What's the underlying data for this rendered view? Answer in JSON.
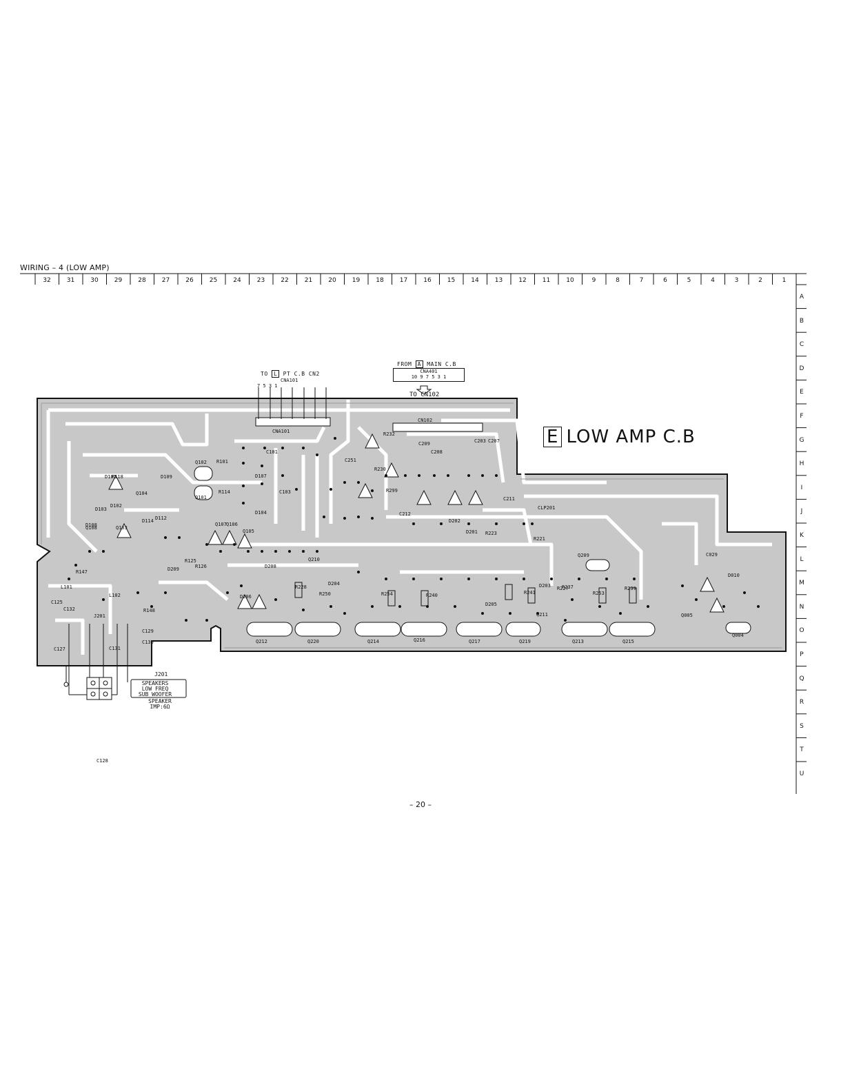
{
  "page": {
    "title": "WIRING – 4 (LOW AMP)",
    "page_number": "– 20 –"
  },
  "grid": {
    "columns": [
      "32",
      "31",
      "30",
      "29",
      "28",
      "27",
      "26",
      "25",
      "24",
      "23",
      "22",
      "21",
      "20",
      "19",
      "18",
      "17",
      "16",
      "15",
      "14",
      "13",
      "12",
      "11",
      "10",
      "9",
      "8",
      "7",
      "6",
      "5",
      "4",
      "3",
      "2",
      "1"
    ],
    "rows": [
      "A",
      "B",
      "C",
      "D",
      "E",
      "F",
      "G",
      "H",
      "I",
      "J",
      "K",
      "L",
      "M",
      "N",
      "O",
      "P",
      "Q",
      "R",
      "S",
      "T",
      "U"
    ]
  },
  "board": {
    "letter": "E",
    "name": "LOW AMP C.B",
    "connector_to": {
      "prefix": "TO",
      "letter": "L",
      "suffix": "PT C.B CN2",
      "name": "CNA101",
      "pins": "7   5   3   1"
    },
    "connector_from": {
      "prefix": "FROM",
      "letter": "A",
      "suffix": "MAIN C.B",
      "name": "CNA401",
      "pins": "10 9  7  5  3  1",
      "dest": "TO CN102"
    },
    "jack": {
      "name": "J201",
      "text": [
        "SPEAKERS",
        "LOW FREQ",
        "SUB WOOFER"
      ],
      "impedance": [
        "SPEAKER",
        "IMP:6Ω"
      ]
    },
    "labels": [
      "CNA101",
      "CN102",
      "C101",
      "C103",
      "C251",
      "C212",
      "C211",
      "C207",
      "C203",
      "C208",
      "C209",
      "C029",
      "CLP201",
      "Q102",
      "Q101",
      "Q107",
      "Q106",
      "Q105",
      "Q104",
      "Q103",
      "Q108",
      "Q209",
      "Q210",
      "Q211",
      "Q212",
      "Q220",
      "Q214",
      "Q216",
      "Q217",
      "Q219",
      "Q213",
      "Q215",
      "Q005",
      "Q004",
      "D101",
      "D103",
      "D108",
      "D102",
      "D109",
      "D112",
      "D114",
      "D107",
      "D104",
      "D206",
      "D208",
      "D204",
      "D202",
      "D201",
      "D203",
      "D205",
      "D209",
      "D010",
      "R101",
      "R114",
      "R118",
      "R125",
      "R126",
      "R147",
      "R148",
      "R221",
      "R223",
      "R227",
      "R228",
      "R230",
      "R232",
      "R237",
      "R239",
      "R240",
      "R241",
      "R250",
      "R253",
      "R254",
      "R299",
      "L101",
      "L102",
      "J201",
      "C125",
      "C127",
      "C131",
      "C132",
      "C129",
      "C130",
      "C128"
    ]
  }
}
